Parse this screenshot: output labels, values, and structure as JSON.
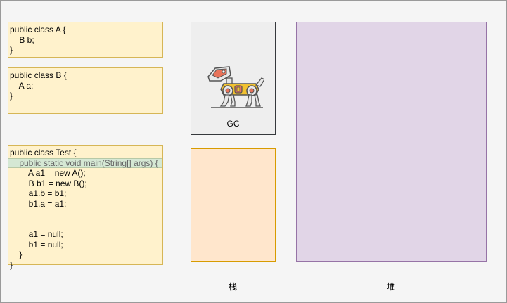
{
  "class_a": {
    "lines": [
      "public class A {",
      "    B b;",
      "}"
    ]
  },
  "class_b": {
    "lines": [
      "public class B {",
      "    A a;",
      "}"
    ]
  },
  "class_test": {
    "lines": [
      "public class Test {",
      "    public static void main(String[] args) {",
      "        A a1 = new A();",
      "        B b1 = new B();",
      "        a1.b = b1;",
      "        b1.a = a1;",
      "",
      "",
      "        a1 = null;",
      "        b1 = null;",
      "    }",
      "}"
    ]
  },
  "gc": {
    "label": "GC",
    "icon": "robot-dog-icon"
  },
  "stack": {
    "label": "栈"
  },
  "heap": {
    "label": "堆"
  },
  "colors": {
    "code_fill": "#fff2cc",
    "code_border": "#d6b656",
    "highlight_fill": "#d5e8d4",
    "gc_fill": "#eeeeee",
    "stack_fill": "#ffe6cc",
    "stack_border": "#d79b00",
    "heap_fill": "#e1d5e7",
    "heap_border": "#9673a6"
  }
}
